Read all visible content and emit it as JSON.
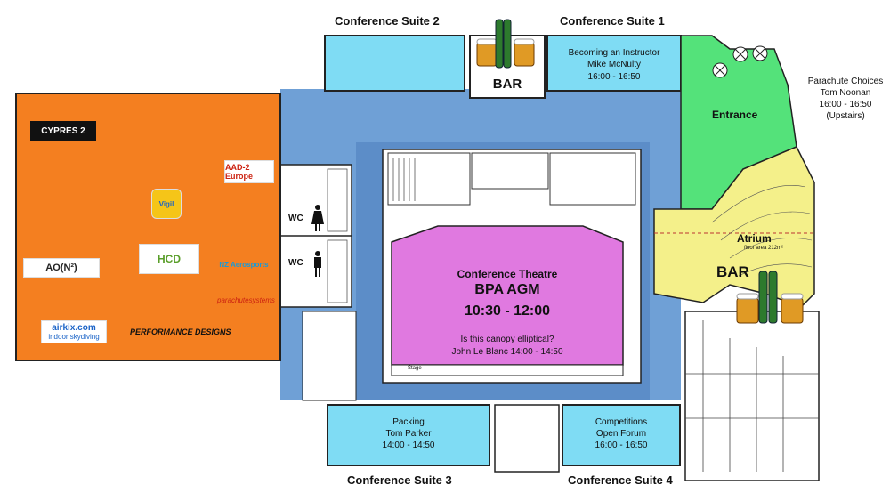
{
  "map": {
    "suites": {
      "suite1": {
        "name": "Conference Suite 1",
        "session": [
          "Becoming an Instructor",
          "Mike McNulty",
          "16:00 - 16:50"
        ]
      },
      "suite2": {
        "name": "Conference Suite 2",
        "session": []
      },
      "suite3": {
        "name": "Conference Suite 3",
        "session": [
          "Packing",
          "Tom Parker",
          "14:00 - 14:50"
        ]
      },
      "suite4": {
        "name": "Conference Suite 4",
        "session": [
          "Competitions",
          "Open Forum",
          "16:00 - 16:50"
        ]
      }
    },
    "theatre": {
      "name": "Conference Theatre",
      "event": "BPA AGM",
      "time": "10:30 - 12:00",
      "talk": "Is this canopy elliptical?",
      "talk_detail": "John Le Blanc 14:00 - 14:50",
      "stage_label": "Stage"
    },
    "bar_top": "BAR",
    "bar_right": "BAR",
    "entrance": "Entrance",
    "atrium": "Atrium",
    "atrium_sub": "floor area 212m²",
    "wc": [
      "WC",
      "WC"
    ],
    "upstairs": [
      "Parachute Choices",
      "Tom Noonan",
      "16:00 - 16:50",
      "(Upstairs)"
    ],
    "exhibitors": [
      {
        "name": "CYPRES 2",
        "icon": "cypres-logo"
      },
      {
        "name": "AAD-2 Europe",
        "icon": "aad2-logo"
      },
      {
        "name": "Vigil",
        "icon": "vigil-logo"
      },
      {
        "name": "NZ Aerosports",
        "icon": "nz-logo"
      },
      {
        "name": "AO(N²)",
        "icon": "aon2-logo"
      },
      {
        "name": "HCD",
        "icon": "hcd-logo"
      },
      {
        "name": "parachutesystems",
        "icon": "parachute-systems-logo"
      },
      {
        "name": "airkix.com",
        "icon": "airkix-logo"
      },
      {
        "name": "indoor skydiving",
        "icon": "airkix-sub"
      },
      {
        "name": "PERFORMANCE DESIGNS",
        "icon": "pd-logo"
      }
    ],
    "colors": {
      "hall": "#6fa0d6",
      "suite": "#7fdcf4",
      "exhibit": "#f47f20",
      "theatre": "#e079e0",
      "entrance": "#54e27a",
      "atrium": "#f4f08a"
    }
  }
}
